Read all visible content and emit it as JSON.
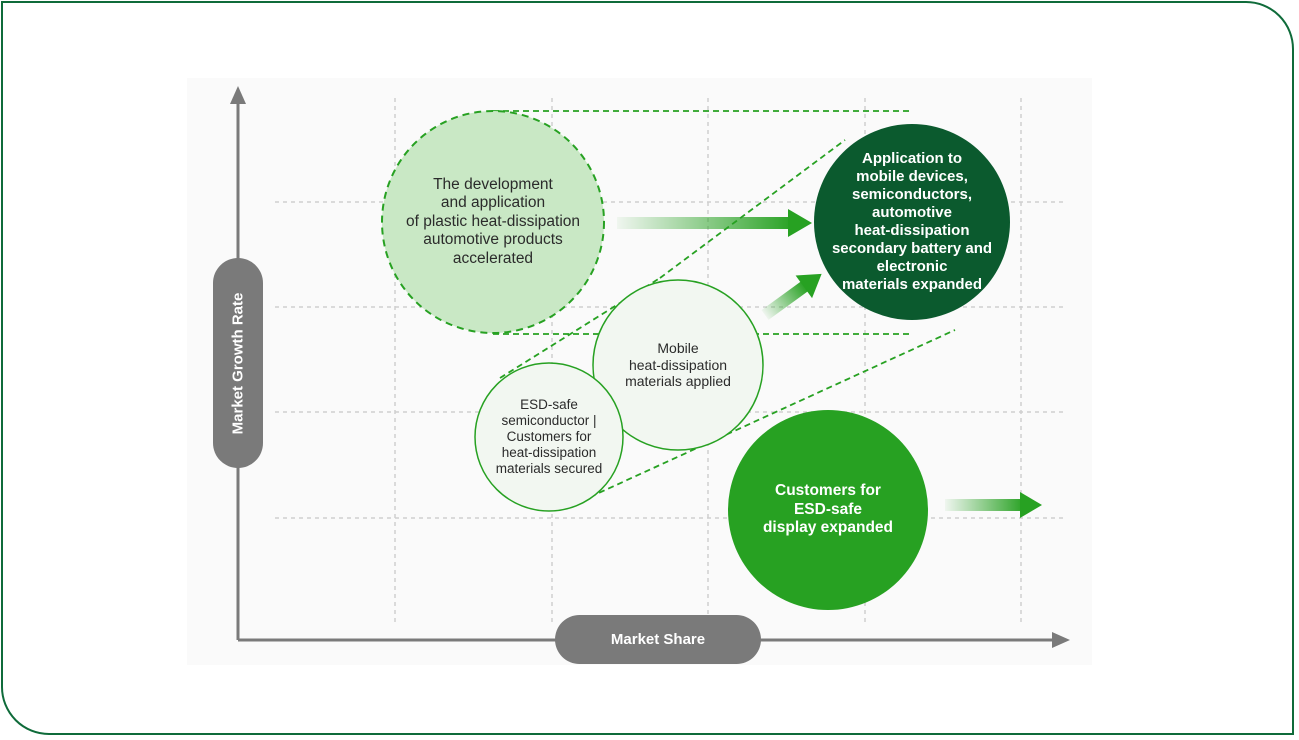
{
  "axes": {
    "y_label": "Market Growth Rate",
    "x_label": "Market Share"
  },
  "bubbles": {
    "plastic_auto": "The development\nand application\nof plastic heat-dissipation\nautomotive products\naccelerated",
    "expanded_apps": "Application to\nmobile devices,\nsemiconductors,\nautomotive\nheat-dissipation\nsecondary battery and\nelectronic\nmaterials expanded",
    "mobile": "Mobile\nheat-dissipation\nmaterials applied",
    "esd_semi": "ESD-safe\nsemiconductor |\nCustomers for\nheat-dissipation\nmaterials secured",
    "esd_display": "Customers for\nESD-safe\ndisplay expanded"
  },
  "colors": {
    "frame": "#0f6b3a",
    "dark_green": "#0b5a2e",
    "mid_green": "#27a122",
    "light_green": "#c9e8c5",
    "pale": "#f2f7f1",
    "axis_gray": "#7a7a7a"
  }
}
